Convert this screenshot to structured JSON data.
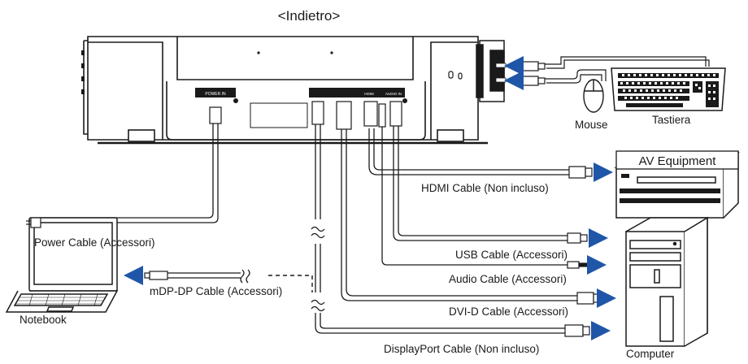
{
  "title": "<Indietro>",
  "labels": {
    "power_cable": "Power Cable (Accessori)",
    "hdmi_cable": "HDMI Cable (Non incluso)",
    "usb_cable": "USB Cable (Accessori)",
    "audio_cable": "Audio Cable (Accessori)",
    "dvi_cable": "DVI-D Cable (Accessori)",
    "displayport_cable": "DisplayPort Cable (Non incluso)",
    "mdp_dp_cable": "mDP-DP Cable (Accessori)",
    "av_equipment": "AV Equipment",
    "mouse": "Mouse",
    "keyboard": "Tastiera",
    "notebook": "Notebook",
    "computer": "Computer"
  },
  "port_labels": {
    "power_in": "POWER IN",
    "hdmi": "HDMI",
    "audio_in": "AUDIO IN"
  },
  "colors": {
    "line": "#1a1a1a",
    "arrow": "#1f56a8",
    "fill": "#ffffff"
  }
}
